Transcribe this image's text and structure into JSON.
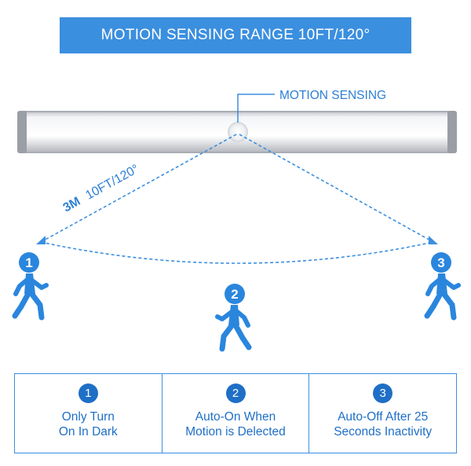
{
  "banner": {
    "title": "MOTION SENSING RANGE 10FT/120°"
  },
  "sensor": {
    "label": "MOTION SENSING"
  },
  "range": {
    "distance": "3M",
    "spec": "10FT/120°"
  },
  "positions": [
    {
      "number": "1"
    },
    {
      "number": "2"
    },
    {
      "number": "3"
    }
  ],
  "features": [
    {
      "number": "1",
      "text": "Only Turn\nOn In Dark"
    },
    {
      "number": "2",
      "text": "Auto-On When\nMotion is Delected"
    },
    {
      "number": "3",
      "text": "Auto-Off After 25\nSeconds Inactivity"
    }
  ],
  "colors": {
    "accent": "#3b8fdf",
    "figure": "#2a86dd",
    "text": "#1f6fc6"
  }
}
